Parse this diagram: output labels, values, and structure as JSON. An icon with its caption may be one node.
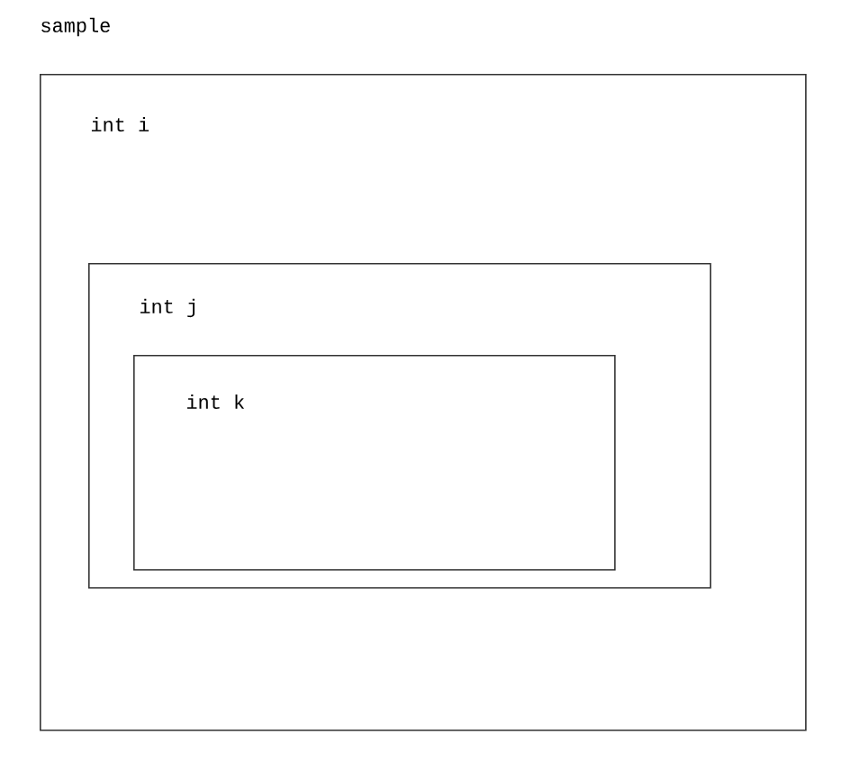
{
  "diagram": {
    "nodes": [
      {
        "text": [
          "sample",
          "int i"
        ]
      },
      {
        "text": [
          "int j"
        ],
        "in": 0
      },
      {
        "text": [
          "int k"
        ],
        "in": 1
      }
    ]
  }
}
